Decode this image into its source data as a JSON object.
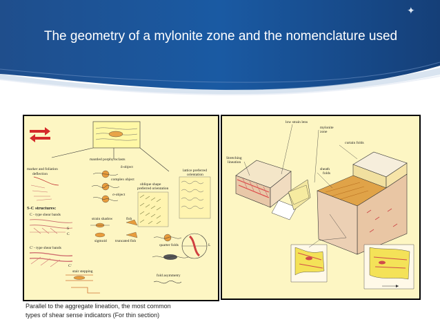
{
  "slide": {
    "title": "The geometry of a mylonite zone and the nomenclature used",
    "caption_line1": "Parallel to the aggregate lineation, the most common",
    "caption_line2": "types of shear sense indicators (For thin section)"
  },
  "left_figure": {
    "labels": {
      "mantled": "mantled porphyroclasts",
      "delta": "δ-object",
      "complex": "complex object",
      "sigma": "σ-object",
      "marker": "marker and foliation",
      "deflection": "deflection",
      "oblique1": "oblique shape",
      "oblique2": "preferred orientation",
      "lattice1": "lattice preferred",
      "lattice2": "orientation",
      "sc": "S-C structures:",
      "ctype": "C - type shear bands",
      "cprime": "C' - type shear bands",
      "strain_shadow": "strain shadow",
      "fish": "fish",
      "sigmoid": "sigmoid",
      "truncated": "truncated fish",
      "quarter": "quarter folds",
      "stair": "stair stepping",
      "fold_asym": "fold asymmetry",
      "s": "S",
      "c": "C",
      "c_prime": "C'",
      "l": "L"
    }
  },
  "right_figure": {
    "labels": {
      "low_strain": "low strain lens",
      "mylonite1": "mylonite",
      "mylonite2": "zone",
      "curtain": "curtain folds",
      "stretching1": "Stretching",
      "stretching2": "lineation",
      "sheath1": "sheath",
      "sheath2": "folds"
    }
  }
}
